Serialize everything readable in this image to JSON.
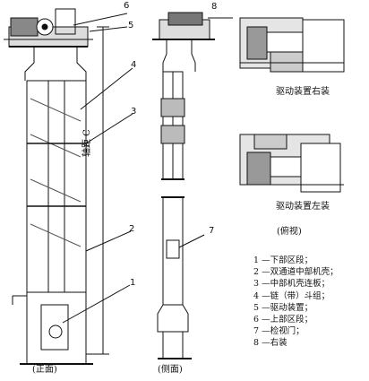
{
  "callouts": [
    "1",
    "2",
    "3",
    "4",
    "5",
    "6",
    "7",
    "8"
  ],
  "axis_label": "轴距 C",
  "views": {
    "front": "(正面)",
    "side": "(侧面)",
    "top": "(俯视)"
  },
  "drive_labels": {
    "right": "驱动装置右装",
    "left": "驱动装置左装"
  },
  "legend": [
    "1 —下部区段；",
    "2 —双通道中部机壳；",
    "3 —中部机壳连板；",
    "4 —链（带）斗组；",
    "5 —驱动装置；",
    "6 —上部区段；",
    "7 —检视门；",
    "8 —右装"
  ]
}
